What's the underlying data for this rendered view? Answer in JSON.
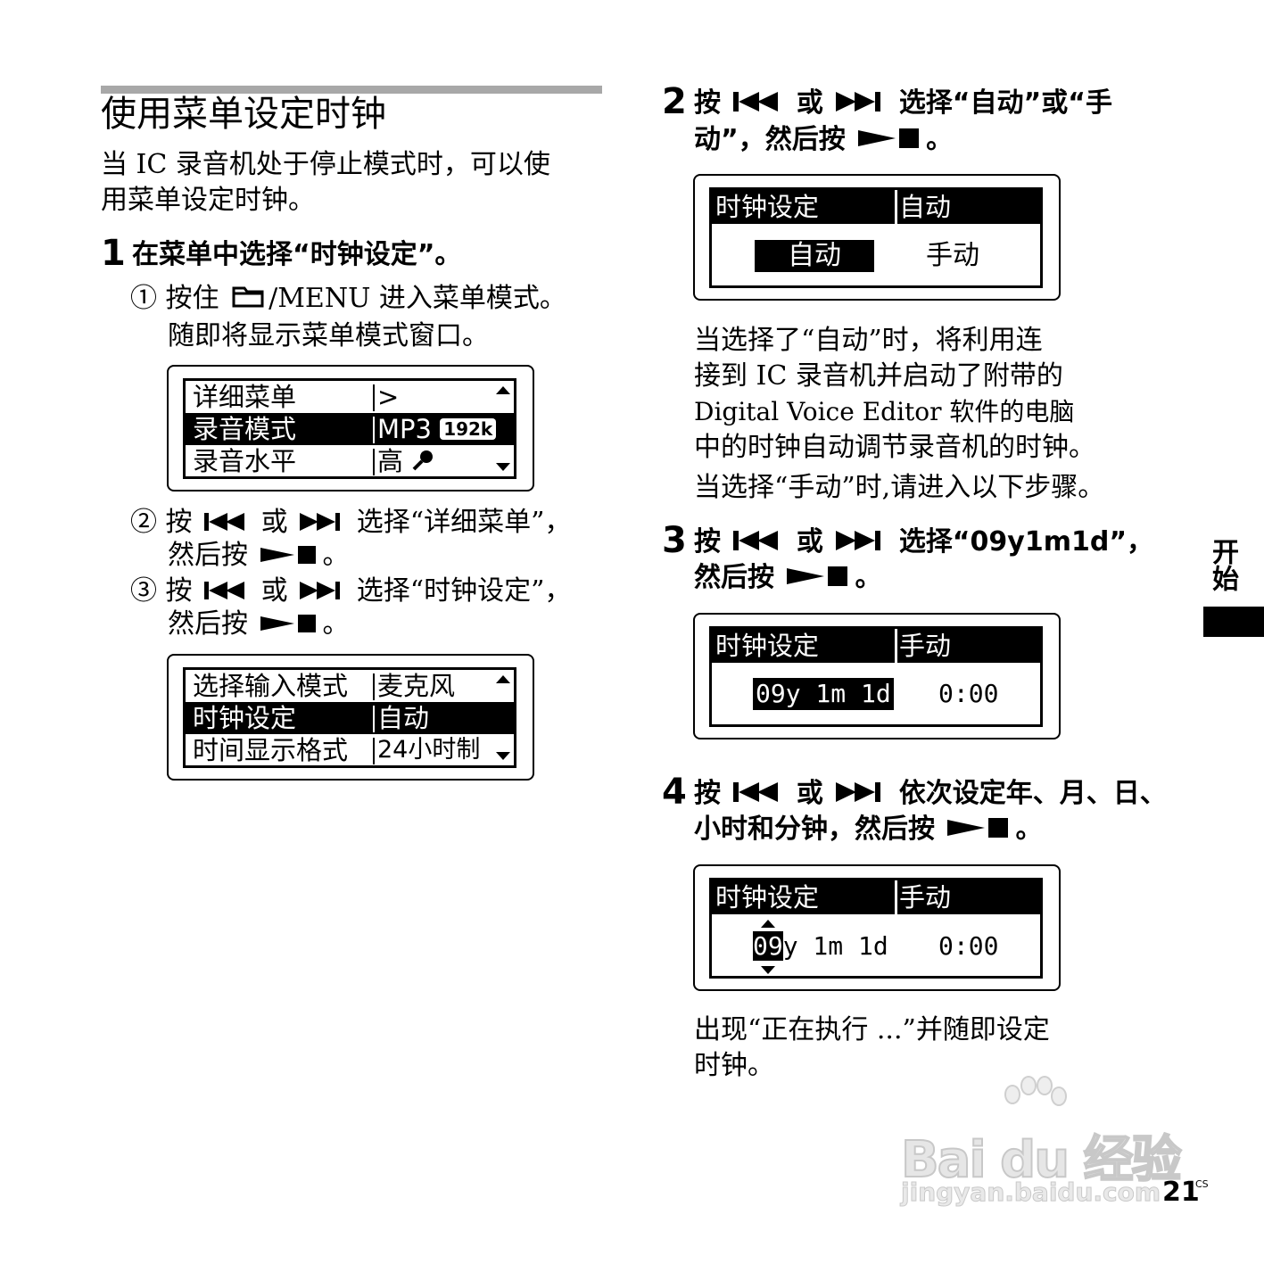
{
  "section": {
    "title": "使用菜单设定时钟",
    "intro_line1": "当 IC 录音机处于停止模式时，可以使",
    "intro_line2": "用菜单设定时钟。"
  },
  "step1": {
    "number": "1",
    "text": "在菜单中选择“时钟设定”。",
    "sub1_marker": "①",
    "sub1_pre": "按住",
    "sub1_icon": "folder-icon",
    "sub1_post": "/MENU 进入菜单模式。",
    "sub1_line2": "随即将显示菜单模式窗口。",
    "screen1": {
      "rows": [
        {
          "label": "详细菜单",
          "value": ">"
        },
        {
          "label": "录音模式",
          "value": "MP3",
          "badge": "192k"
        },
        {
          "label": "录音水平",
          "value": "高",
          "icon": "microphone-icon"
        }
      ]
    },
    "sub2_marker": "②",
    "sub2_line1_pre": "按",
    "sub2_line1_mid": "或",
    "sub2_line1_post": "选择“详细菜单”，",
    "sub2_line2": "然后按",
    "sub2_line2_end": "。",
    "sub3_marker": "③",
    "sub3_line1_pre": "按",
    "sub3_line1_mid": "或",
    "sub3_line1_post": "选择“时钟设定”，",
    "sub3_line2": "然后按",
    "sub3_line2_end": "。",
    "screen2": {
      "rows": [
        {
          "label": "选择输入模式",
          "value": "麦克风"
        },
        {
          "label": "时钟设定",
          "value": "自动"
        },
        {
          "label": "时间显示格式",
          "value": "24小时制"
        }
      ]
    }
  },
  "step2": {
    "number": "2",
    "line1_pre": "按",
    "line1_mid": "或",
    "line1_post": "选择“自动”或“手",
    "line2": "动”，然后按",
    "line2_end": "。",
    "screen": {
      "head_left": "时钟设定",
      "head_right": "自动",
      "option_auto": "自动",
      "option_manual": "手动"
    },
    "desc1": "当选择了“自动”时，将利用连",
    "desc2": "接到 IC 录音机并启动了附带的",
    "desc3": "Digital Voice Editor 软件的电脑",
    "desc4": "中的时钟自动调节录音机的时钟。",
    "desc5": "当选择“手动”时,请进入以下步骤。"
  },
  "step3": {
    "number": "3",
    "line1_pre": "按",
    "line1_mid": "或",
    "line1_post": "选择“09y1m1d”，",
    "line2": "然后按",
    "line2_end": "。",
    "screen": {
      "head_left": "时钟设定",
      "head_right": "手动",
      "date": "09y 1m 1d",
      "time": "0:00"
    }
  },
  "step4": {
    "number": "4",
    "line1_pre": "按",
    "line1_mid": "或",
    "line1_post": "依次设定年、月、日、",
    "line2": "小时和分钟，然后按",
    "line2_end": "。",
    "screen": {
      "head_left": "时钟设定",
      "head_right": "手动",
      "year": "09",
      "date_rest": "y 1m 1d",
      "time": "0:00"
    },
    "result1": "出现“正在执行 ...”并随即设定",
    "result2": "时钟。"
  },
  "side_tab": {
    "label": "开始"
  },
  "watermark": {
    "logo": "Bai du 经验",
    "url": "jingyan.baidu.com"
  },
  "page": {
    "number": "21",
    "suffix": "CS"
  }
}
